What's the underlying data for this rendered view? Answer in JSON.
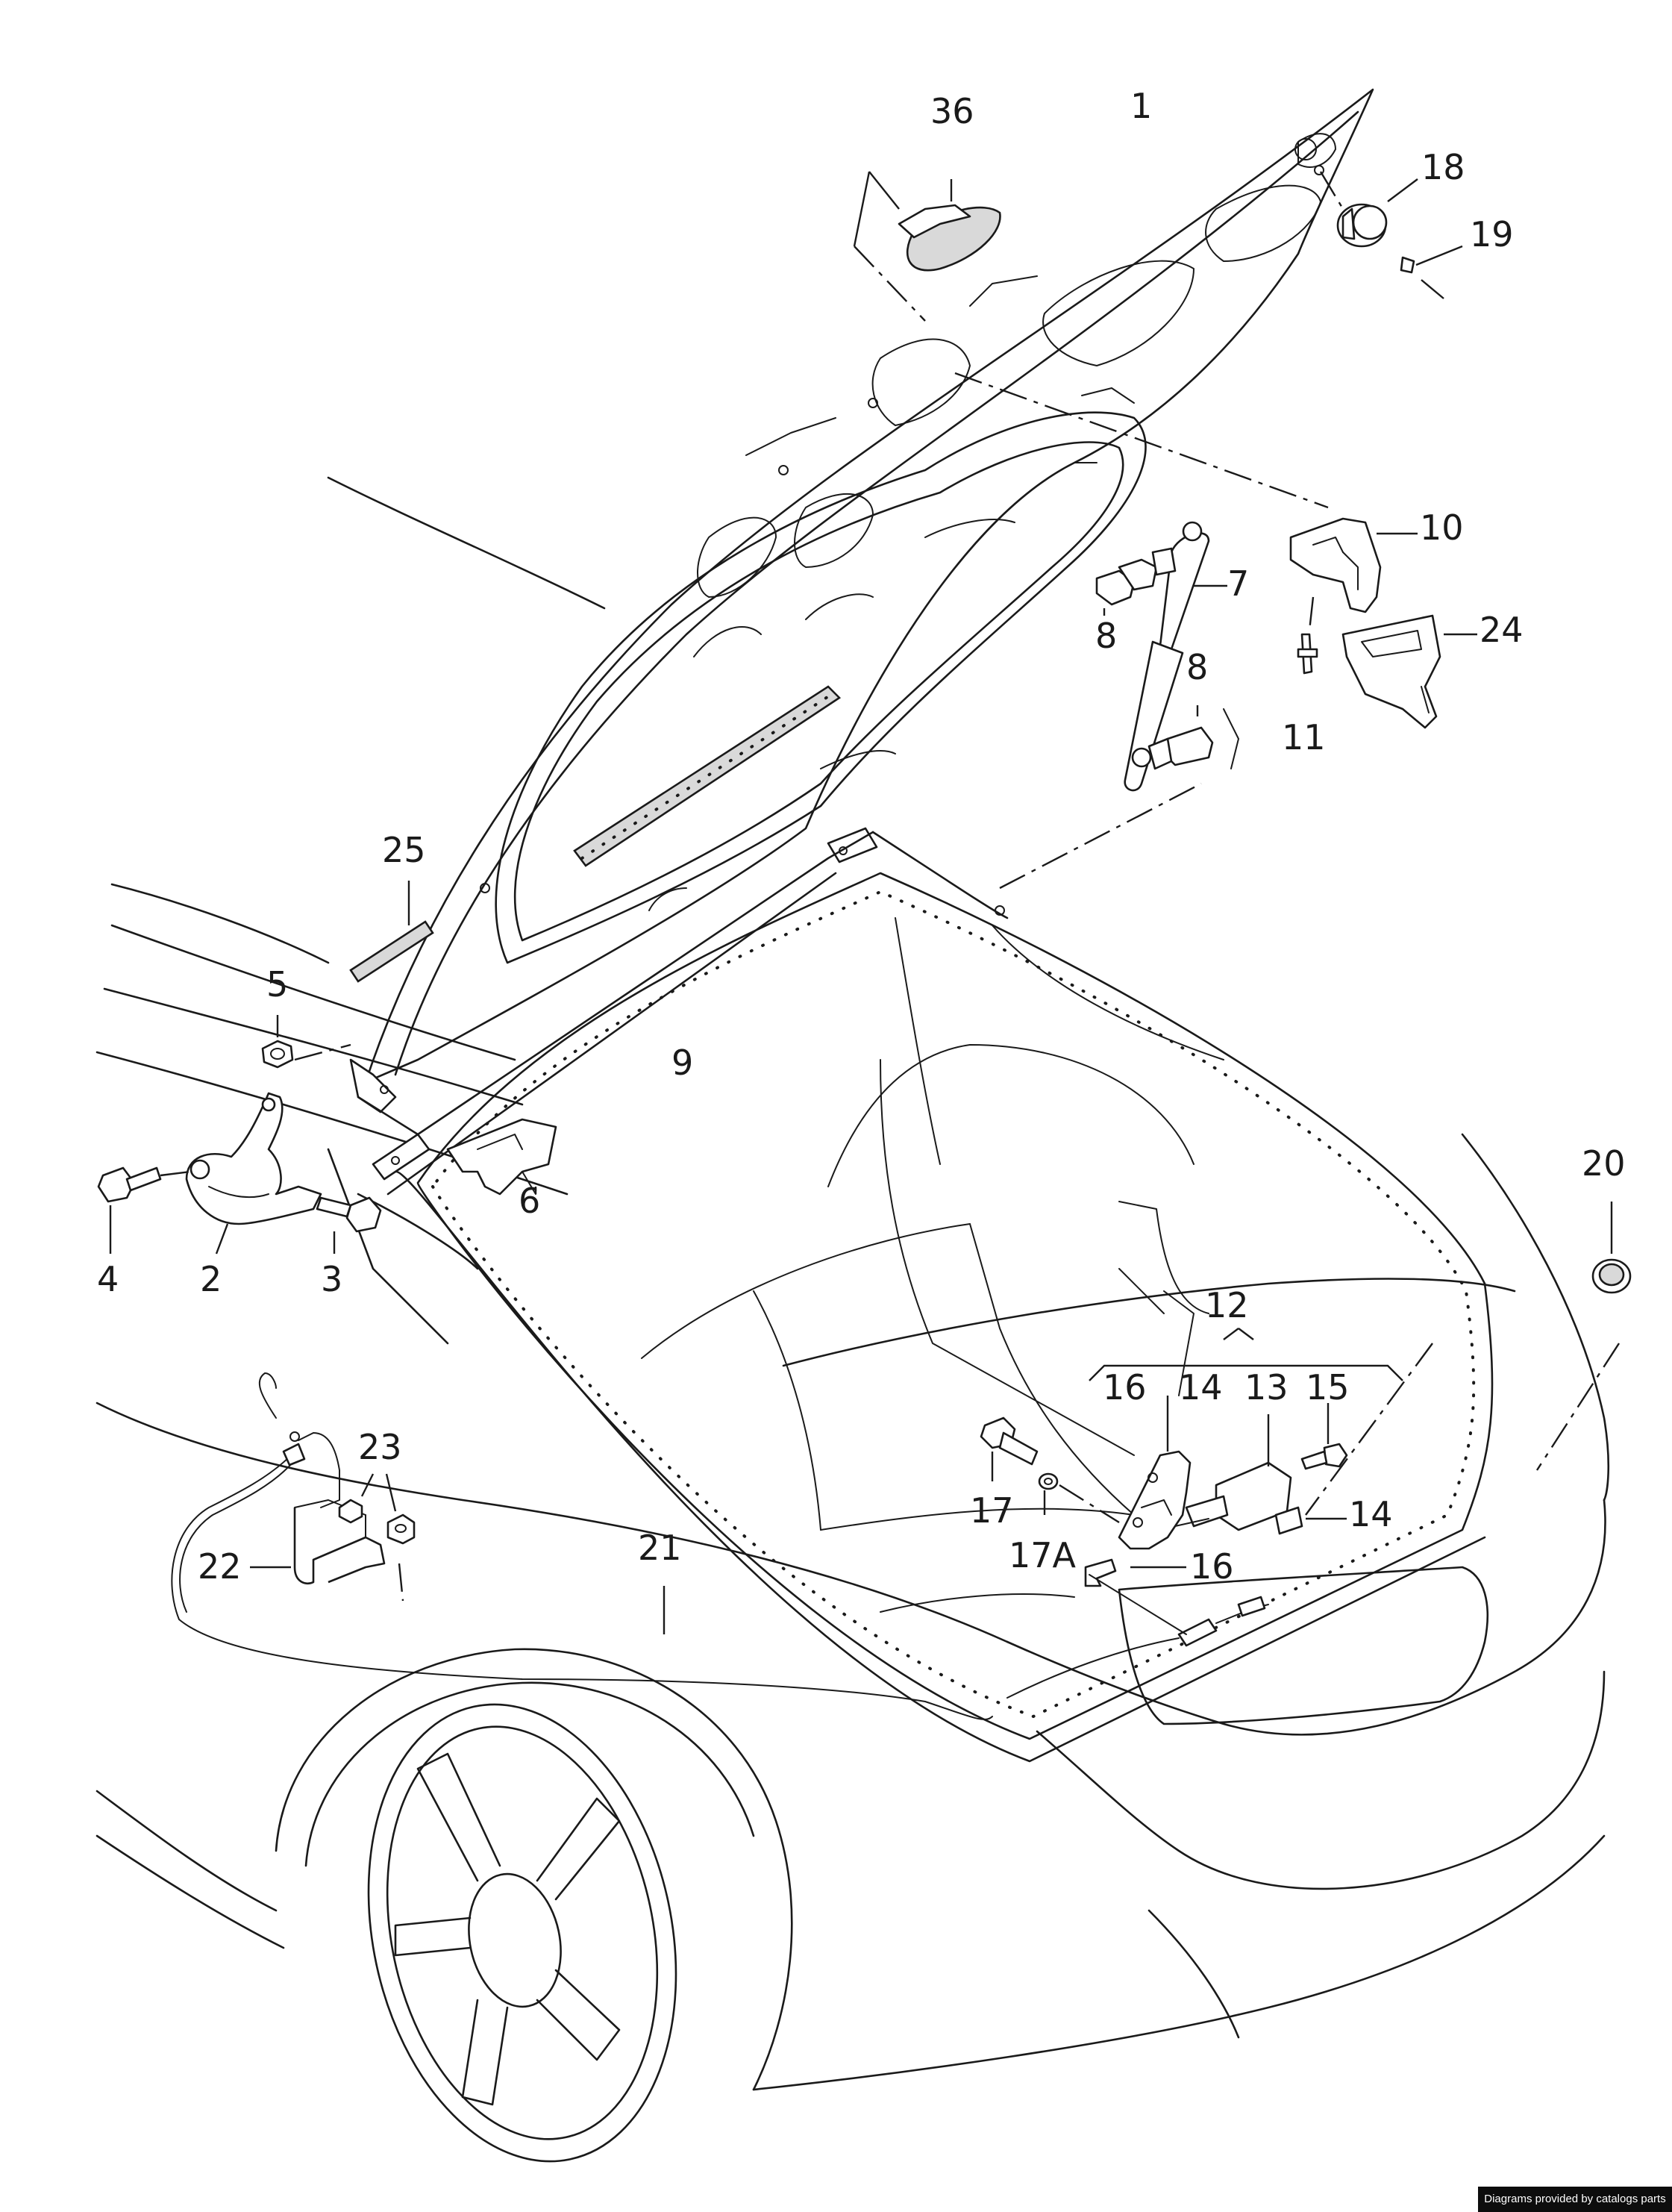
{
  "diagram": {
    "part_numbers": {
      "p1": "1",
      "p2": "2",
      "p3": "3",
      "p4": "4",
      "p5": "5",
      "p6": "6",
      "p7": "7",
      "p8a": "8",
      "p8b": "8",
      "p9": "9",
      "p10": "10",
      "p11": "11",
      "p12": "12",
      "p13": "13",
      "p14a": "14",
      "p14b": "14",
      "p15": "15",
      "p16a": "16",
      "p16b": "16",
      "p17": "17",
      "p17a": "17A",
      "p18": "18",
      "p19": "19",
      "p20": "20",
      "p21": "21",
      "p22": "22",
      "p23": "23",
      "p24": "24",
      "p25": "25",
      "p36": "36"
    }
  },
  "footer": {
    "credit": "Diagrams provided by catalogs parts",
    "colors": {
      "background": "#0d0d0d",
      "text": "#ffffff",
      "line_art": "#1a1a1a"
    }
  }
}
